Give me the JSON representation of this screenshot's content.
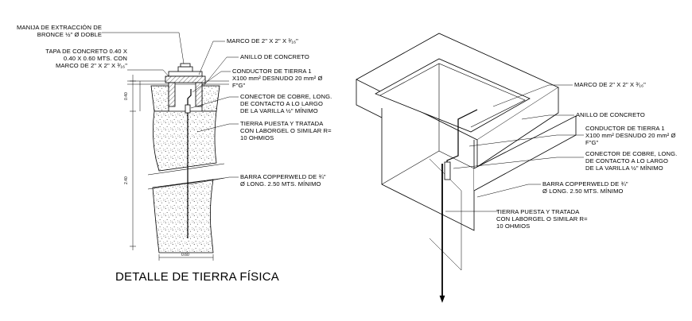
{
  "title": "DETALLE DE TIERRA FÍSICA",
  "section": {
    "labels_left": [
      [
        "MANIJA DE EXTRACCIÓN DE",
        "BRONCE ½\" Ø DOBLE"
      ],
      [
        "TAPA DE CONCRETO 0.40 X",
        "0.40 X 0.60 MTS. CON",
        "MARCO DE 2\" X 2\" X ³⁄₁₆\""
      ]
    ],
    "labels_right": [
      [
        "MARCO DE 2\" X 2\" X ³⁄₁₆\""
      ],
      [
        "ANILLO DE CONCRETO"
      ],
      [
        "CONDUCTOR DE TIERRA 1",
        "X100 mm² DESNUDO 20 mm² Ø",
        "F\"G\""
      ],
      [
        "CONECTOR DE COBRE, LONG.",
        "DE CONTACTO A LO LARGO",
        "DE LA VARILLA ½\" MÍNIMO"
      ],
      [
        "TIERRA PUESTA Y TRATADA",
        "CON LABORGEL O SIMILAR R=",
        "10 OHMIOS"
      ],
      [
        "BARRA COPPERWELD DE ¾\"",
        "Ø LONG. 2.50 MTS. MÍNIMO"
      ]
    ],
    "dimensions": [
      "0.40",
      "2.40",
      "0.60"
    ]
  },
  "isometric": {
    "labels": [
      [
        "MARCO DE 2\" X 2\" X ³⁄₁₆\""
      ],
      [
        "ANILLO DE CONCRETO"
      ],
      [
        "CONDUCTOR DE TIERRA 1",
        "X100 mm² DESNUDO 20 mm² Ø",
        "F\"G\""
      ],
      [
        "CONECTOR DE COBRE, LONG.",
        "DE CONTACTO A LO LARGO",
        "DE LA VARILLA ½\" MÍNIMO"
      ],
      [
        "BARRA COPPERWELD DE ¾\"",
        "Ø LONG. 2.50 MTS. MÍNIMO"
      ],
      [
        "TIERRA PUESTA Y TRATADA",
        "CON LABORGEL O SIMILAR R=",
        "10 OHMIOS"
      ]
    ]
  }
}
